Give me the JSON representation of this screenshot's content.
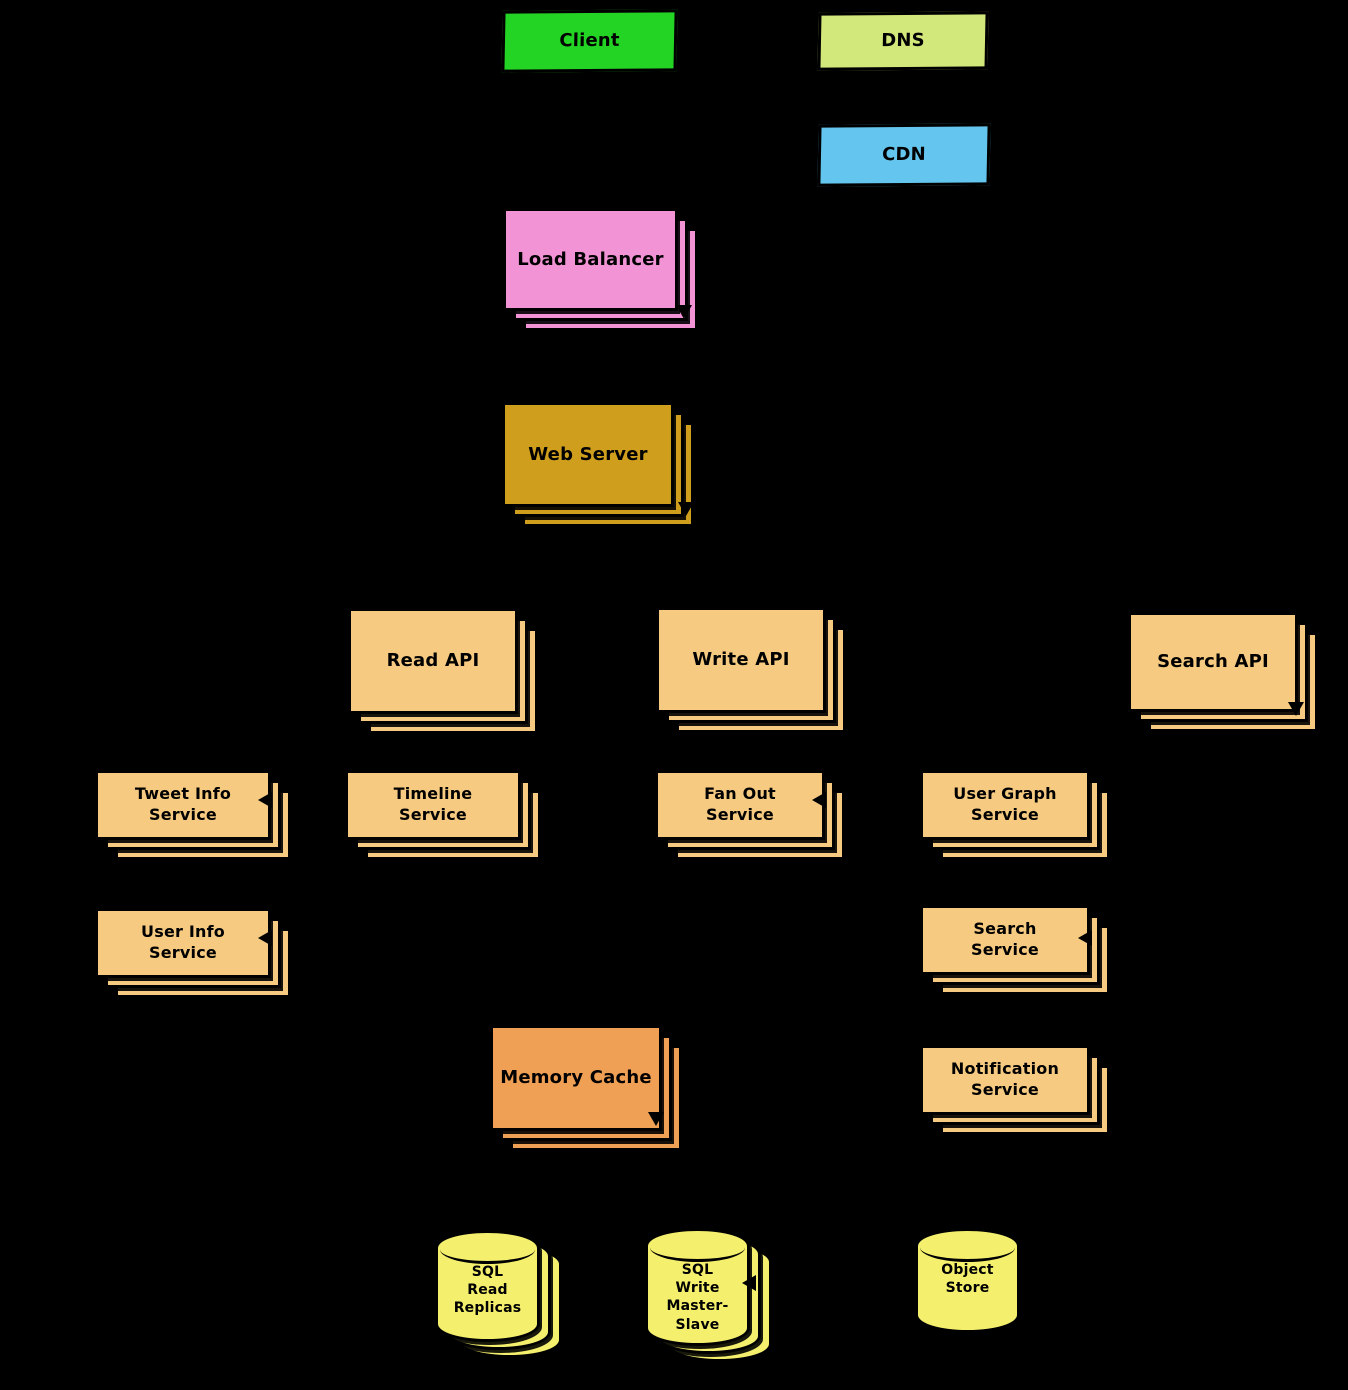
{
  "diagram": {
    "background_color": "#000000",
    "nodes": {
      "client": {
        "label": "Client",
        "color": "#24d424"
      },
      "dns": {
        "label": "DNS",
        "color": "#d2e87a"
      },
      "cdn": {
        "label": "CDN",
        "color": "#64c6ee"
      },
      "load_balancer": {
        "label": "Load Balancer",
        "color": "#f193d5"
      },
      "web_server": {
        "label": "Web Server",
        "color": "#cf9e1c"
      },
      "read_api": {
        "label": "Read API",
        "color": "#f6cb81"
      },
      "write_api": {
        "label": "Write API",
        "color": "#f6cb81"
      },
      "search_api": {
        "label": "Search API",
        "color": "#f6cb81"
      },
      "tweet_info_service": {
        "label": "Tweet Info\nService",
        "color": "#f6cb81"
      },
      "timeline_service": {
        "label": "Timeline\nService",
        "color": "#f6cb81"
      },
      "fan_out_service": {
        "label": "Fan Out\nService",
        "color": "#f6cb81"
      },
      "user_graph_service": {
        "label": "User Graph\nService",
        "color": "#f6cb81"
      },
      "user_info_service": {
        "label": "User Info\nService",
        "color": "#f6cb81"
      },
      "search_service": {
        "label": "Search\nService",
        "color": "#f6cb81"
      },
      "memory_cache": {
        "label": "Memory Cache",
        "color": "#f0a055"
      },
      "notification_service": {
        "label": "Notification\nService",
        "color": "#f6cb81"
      },
      "sql_read_replicas": {
        "label": "SQL\nRead\nReplicas",
        "color": "#f4ef6d"
      },
      "sql_write_master": {
        "label": "SQL\nWrite\nMaster-\nSlave",
        "color": "#f4ef6d"
      },
      "object_store": {
        "label": "Object\nStore",
        "color": "#f4ef6d"
      }
    }
  }
}
